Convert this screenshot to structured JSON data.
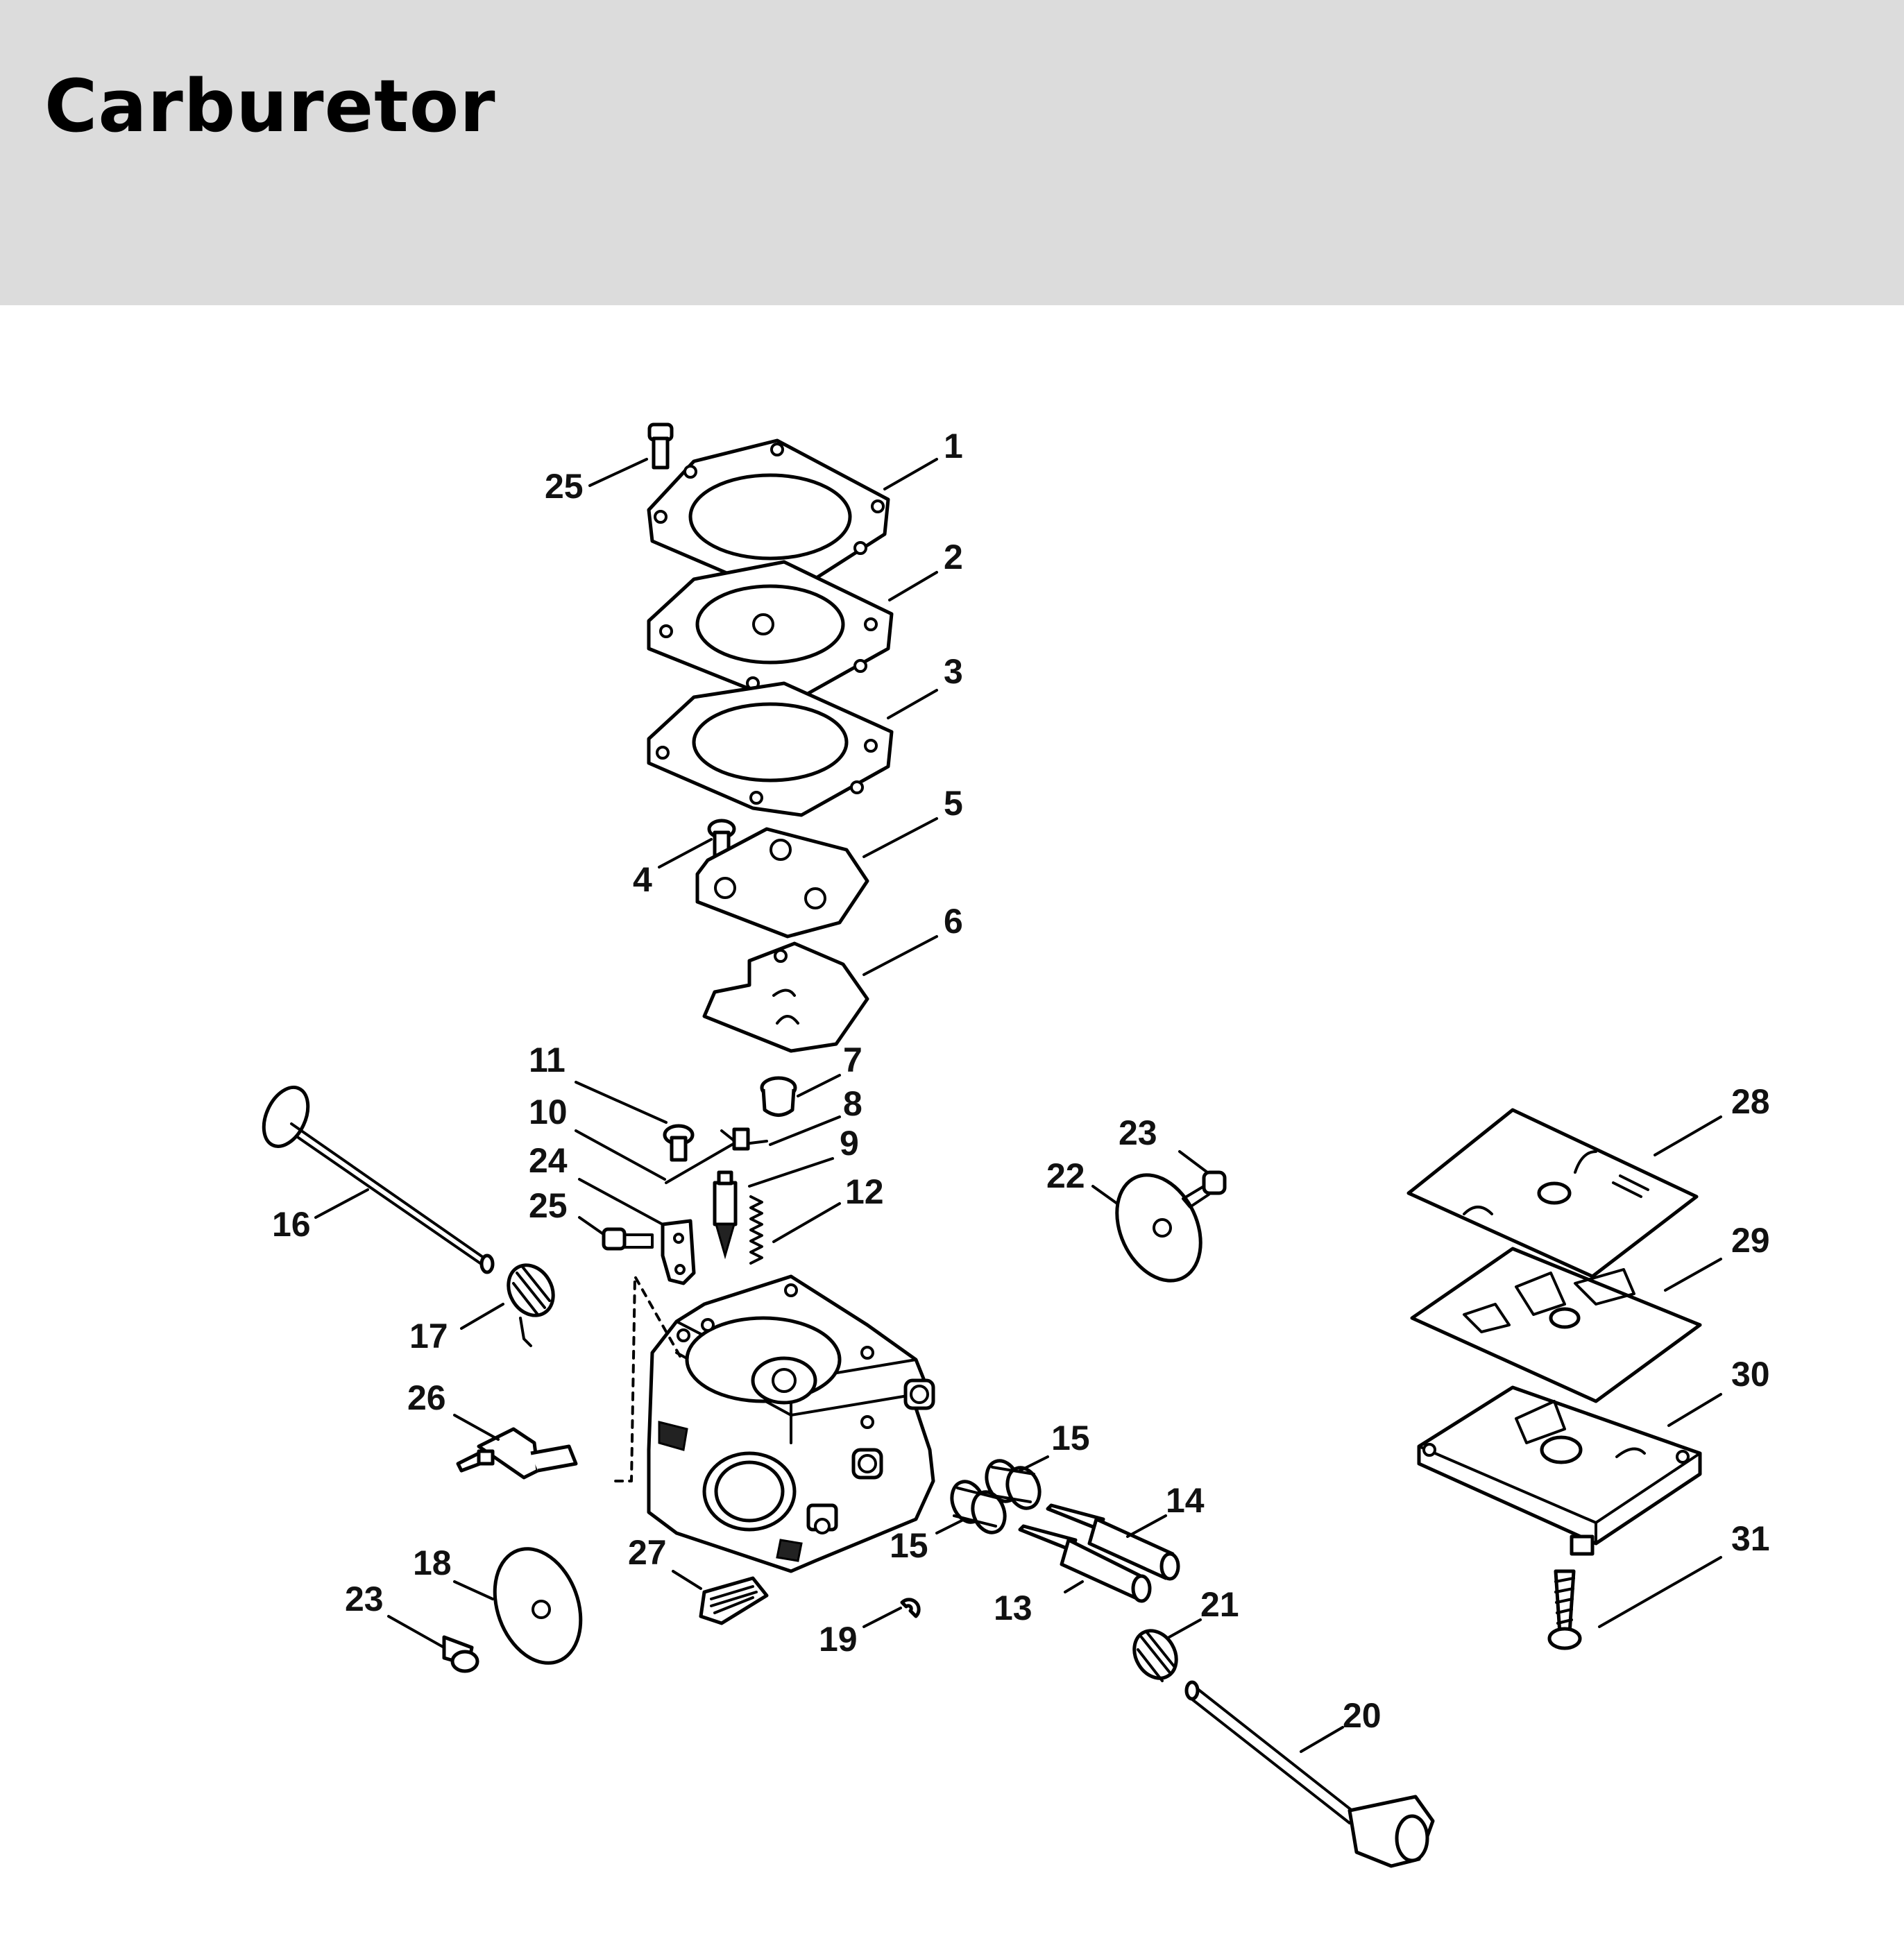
{
  "header": {
    "title": "Carburetor"
  },
  "labels": {
    "l1": "1",
    "l2": "2",
    "l3": "3",
    "l4": "4",
    "l5": "5",
    "l6": "6",
    "l7": "7",
    "l8": "8",
    "l9": "9",
    "l10": "10",
    "l11": "11",
    "l12": "12",
    "l13": "13",
    "l14": "14",
    "l15a": "15",
    "l15b": "15",
    "l16": "16",
    "l17": "17",
    "l18": "18",
    "l19": "19",
    "l20": "20",
    "l21": "21",
    "l22": "22",
    "l23a": "23",
    "l23b": "23",
    "l24": "24",
    "l25a": "25",
    "l25b": "25",
    "l26": "26",
    "l27": "27",
    "l28": "28",
    "l29": "29",
    "l30": "30",
    "l31": "31"
  },
  "colors": {
    "header_bg": "#dcdcdc",
    "ink": "#000000"
  }
}
